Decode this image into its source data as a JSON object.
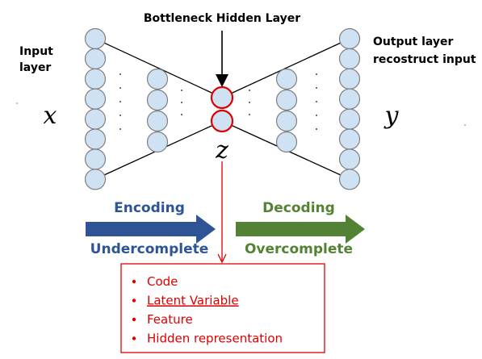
{
  "labels": {
    "bottleneck": "Bottleneck Hidden Layer",
    "input_line1": "Input",
    "input_line2": "layer",
    "output_line1": "Output layer",
    "output_line2": "recostruct input",
    "x": "x",
    "y": "y",
    "z": "z"
  },
  "encoding": {
    "title": "Encoding",
    "subtitle": "Undercomplete",
    "color": "#2e5496"
  },
  "decoding": {
    "title": "Decoding",
    "subtitle": "Overcomplete",
    "color": "#548235"
  },
  "node_style": {
    "fill": "#cfe2f3",
    "stroke": "#7f7f7f",
    "bottleneck_stroke": "#e00000"
  },
  "code_box": {
    "color": "#e00000",
    "items": [
      "Code",
      "Latent Variable",
      "Feature",
      "Hidden representation"
    ],
    "underlined_item": "Latent Variable"
  }
}
